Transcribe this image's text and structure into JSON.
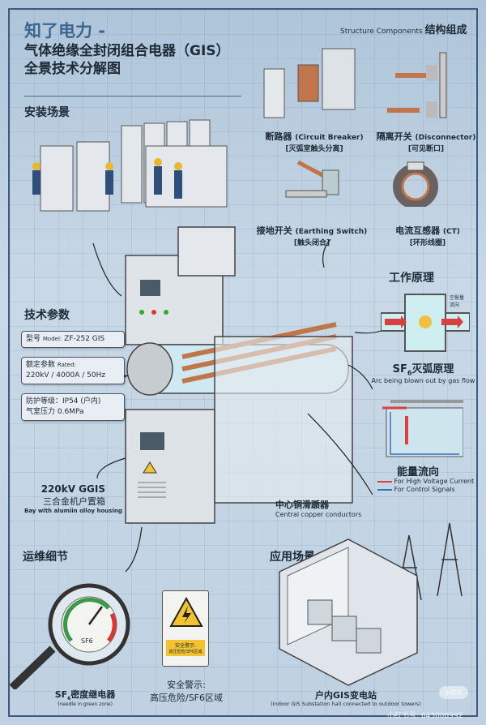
{
  "header": {
    "brand": "知了电力 -",
    "title_line1": "气体绝缘全封闭组合电器（GIS）",
    "title_line2": "全景技术分解图"
  },
  "install": {
    "title": "安装场景"
  },
  "structure": {
    "title_en": "Structure Components",
    "title_cn": "结构组成",
    "items": [
      {
        "name_cn": "断路器",
        "name_en": "(Circuit Breaker)",
        "note": "[灭弧室触头分离]"
      },
      {
        "name_cn": "隔离开关",
        "name_en": "(Disconnector)",
        "note": "[可见断口]"
      },
      {
        "name_cn": "接地开关",
        "name_en": "(Earthing Switch)",
        "note": "[触头闭合]"
      },
      {
        "name_cn": "电流互感器",
        "name_en": "(CT)",
        "note": "[环形线圈]"
      }
    ]
  },
  "specs": {
    "title": "技术参数",
    "model_label": "型号",
    "model_en": "Model:",
    "model_value": "ZF-252 GIS",
    "rated_label": "额定参数",
    "rated_en": "Rated:",
    "rated_value": "220kV / 4000A / 50Hz",
    "protection": "防护等级：IP54 (户内)",
    "pressure": "气室压力 0.6MPa"
  },
  "housing": {
    "line1": "220kV GGIS",
    "line2": "三合金机户置箱",
    "line3": "Bay with alumiin olloy housing"
  },
  "principle": {
    "title": "工作原理",
    "flow_note": "空髻量\n流向",
    "arc_title": "SF6灭弧原理",
    "arc_title_base": "SF",
    "arc_title_sub": "6",
    "arc_title_rest": "灭弧原理",
    "arc_en": "Arc being blown out by gas flow",
    "energy_title": "能量流向",
    "legend": [
      {
        "label": "For High Voltage Current",
        "color": "#d94040"
      },
      {
        "label": "For Control Signals",
        "color": "#3f6fb8"
      }
    ]
  },
  "conductor": {
    "cn": "中心铜滑踬器",
    "en": "Central copper conductors"
  },
  "maintenance": {
    "title": "运维细节",
    "gauge_label": "SF6",
    "relay_base": "SF",
    "relay_sub": "6",
    "relay_rest": "密度继电器",
    "relay_note": "(needle in green zone)"
  },
  "warning": {
    "sign_line1": "安全警示:",
    "sign_line2": "高压危险/SF6区域",
    "caption_line1": "安全警示:",
    "caption_line2": "高压危险/SF6区域"
  },
  "application": {
    "title": "应用场景",
    "caption_cn": "户内GIS变电站",
    "caption_en": "(Indoor GIS Substation hall connected to outdoor towers)"
  },
  "watermark": {
    "logo": "小红书",
    "id": "小红书号: 643008992"
  },
  "colors": {
    "brand": "#3b6690",
    "copper": "#c0764a",
    "frame": "#3d5d80"
  }
}
